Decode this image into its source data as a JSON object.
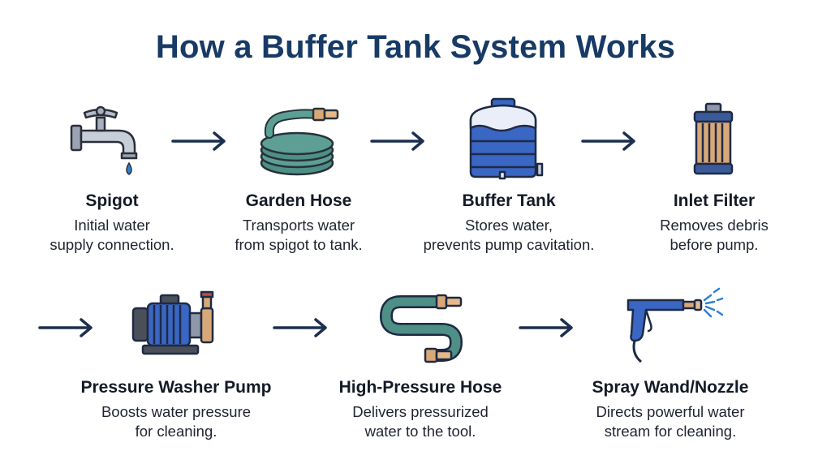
{
  "title": "How a Buffer Tank System Works",
  "steps": [
    {
      "name": "Spigot",
      "desc": [
        "Initial water",
        "supply connection."
      ],
      "icon": "spigot-icon"
    },
    {
      "name": "Garden Hose",
      "desc": [
        "Transports water",
        "from spigot to tank."
      ],
      "icon": "garden-hose-icon"
    },
    {
      "name": "Buffer Tank",
      "desc": [
        "Stores water,",
        "prevents pump cavitation."
      ],
      "icon": "buffer-tank-icon"
    },
    {
      "name": "Inlet Filter",
      "desc": [
        "Removes debris",
        "before pump."
      ],
      "icon": "inlet-filter-icon"
    },
    {
      "name": "Pressure Washer Pump",
      "desc": [
        "Boosts water pressure",
        "for cleaning."
      ],
      "icon": "pump-icon"
    },
    {
      "name": "High-Pressure Hose",
      "desc": [
        "Delivers pressurized",
        "water to the tool."
      ],
      "icon": "high-pressure-hose-icon"
    },
    {
      "name": "Spray Wand/Nozzle",
      "desc": [
        "Directs powerful water",
        "stream for cleaning."
      ],
      "icon": "spray-wand-icon"
    }
  ],
  "colors": {
    "title": "#173a66",
    "arrow": "#1c2f4f",
    "hose_green": "#4e8f86",
    "tank_blue": "#3a66c4",
    "brass": "#d9a878"
  }
}
